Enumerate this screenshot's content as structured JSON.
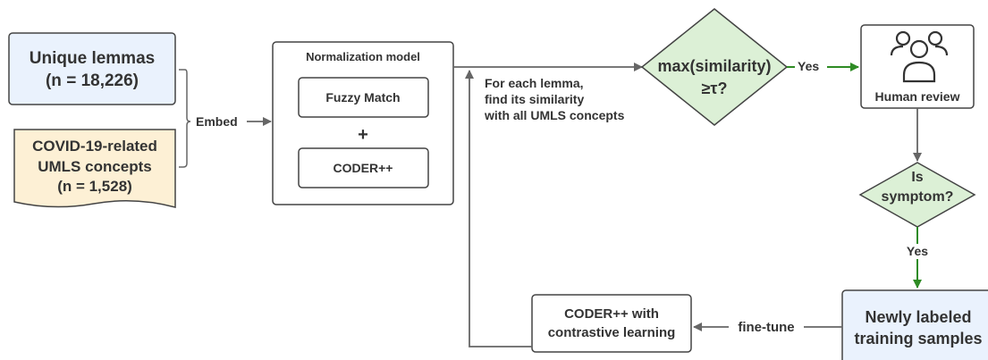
{
  "nodes": {
    "unique_lemmas": {
      "line1": "Unique lemmas",
      "line2": "(n = 18,226)",
      "fill": "#eaf2fd"
    },
    "covid_concepts": {
      "line1": "COVID-19-related",
      "line2": "UMLS concepts",
      "line3": "(n = 1,528)",
      "fill": "#fdf0d5"
    },
    "normalization": {
      "title": "Normalization model",
      "fuzzy": "Fuzzy Match",
      "plus": "+",
      "coder": "CODER++"
    },
    "decision_similarity": {
      "line1": "max(similarity)",
      "line2": "≥τ?",
      "fill": "#dcf0d6"
    },
    "human_review": {
      "label": "Human review"
    },
    "decision_symptom": {
      "line1": "Is",
      "line2": "symptom?",
      "fill": "#dcf0d6"
    },
    "newly_labeled": {
      "line1": "Newly labeled",
      "line2": "training samples",
      "fill": "#eaf2fd"
    },
    "coder_contrastive": {
      "line1": "CODER++ with",
      "line2": "contrastive learning"
    }
  },
  "edges": {
    "embed": "Embed",
    "similarity_note": [
      "For each lemma,",
      "find its similarity",
      "with all UMLS concepts"
    ],
    "yes_1": "Yes",
    "yes_2": "Yes",
    "fine_tune": "fine-tune"
  },
  "colors": {
    "stroke": "#444444",
    "arrow_gray": "#666666",
    "arrow_green": "#2e8b24"
  }
}
